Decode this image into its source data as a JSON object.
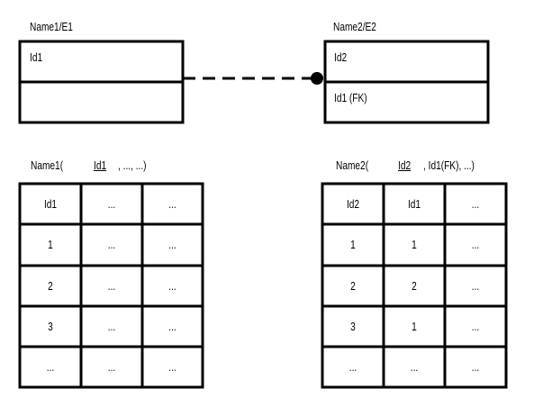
{
  "entity1": {
    "title": "Name1/E1",
    "attributes": [
      "Id1",
      ""
    ]
  },
  "entity2": {
    "title": "Name2/E2",
    "attributes": [
      "Id2",
      "Id1 (FK)"
    ]
  },
  "schema1": {
    "name": "Name1(",
    "key": "Id1",
    "rest": ", ..., ...)"
  },
  "schema2": {
    "name": "Name2(",
    "key": "Id2",
    "rest": ", Id1(FK), ...)"
  },
  "table1": {
    "headers": [
      "Id1",
      "...",
      "..."
    ],
    "rows": [
      [
        "1",
        "...",
        "..."
      ],
      [
        "2",
        "...",
        "..."
      ],
      [
        "3",
        "...",
        "..."
      ],
      [
        "...",
        "...",
        "..."
      ]
    ]
  },
  "table2": {
    "headers": [
      "Id2",
      "Id1",
      "..."
    ],
    "rows": [
      [
        "1",
        "1",
        "..."
      ],
      [
        "2",
        "2",
        "..."
      ],
      [
        "3",
        "1",
        "..."
      ],
      [
        "...",
        "...",
        "..."
      ]
    ]
  }
}
